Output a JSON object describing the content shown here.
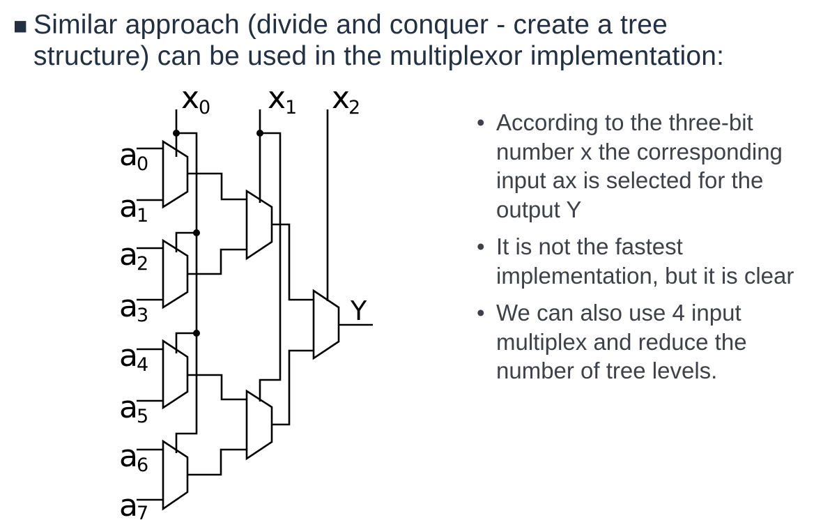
{
  "title": {
    "marker": "▪",
    "text": "Similar approach (divide and conquer - create a tree\nstructure) can be used in the multiplexor implementation:"
  },
  "notes": {
    "items": [
      {
        "marker": "•",
        "text": "According to the three-bit\nnumber x the corresponding\ninput ax is selected for the\noutput Y"
      },
      {
        "marker": "•",
        "text": "It is not the fastest\nimplementation, but it is clear"
      },
      {
        "marker": "•",
        "text": "We can also use 4 input\nmultiplex and reduce the\nnumber of tree levels."
      }
    ]
  },
  "diagram": {
    "select_labels": [
      {
        "main": "x",
        "sub": "0"
      },
      {
        "main": "x",
        "sub": "1"
      },
      {
        "main": "x",
        "sub": "2"
      }
    ],
    "input_labels": [
      {
        "main": "a",
        "sub": "0"
      },
      {
        "main": "a",
        "sub": "1"
      },
      {
        "main": "a",
        "sub": "2"
      },
      {
        "main": "a",
        "sub": "3"
      },
      {
        "main": "a",
        "sub": "4"
      },
      {
        "main": "a",
        "sub": "5"
      },
      {
        "main": "a",
        "sub": "6"
      },
      {
        "main": "a",
        "sub": "7"
      }
    ],
    "output_label": "Y"
  },
  "colors": {
    "title": "#213042",
    "body": "#3E4248",
    "line": "#000000"
  }
}
